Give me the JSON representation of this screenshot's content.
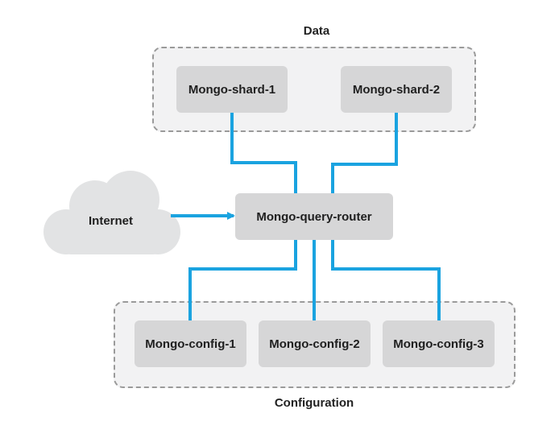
{
  "groups": {
    "data": {
      "title": "Data"
    },
    "configuration": {
      "title": "Configuration"
    }
  },
  "nodes": {
    "shard1": "Mongo-shard-1",
    "shard2": "Mongo-shard-2",
    "router": "Mongo-query-router",
    "config1": "Mongo-config-1",
    "config2": "Mongo-config-2",
    "config3": "Mongo-config-3"
  },
  "internet": {
    "label": "Internet"
  },
  "colors": {
    "connector": "#1aa3e0",
    "node_fill": "#d6d6d7",
    "group_fill": "#f2f2f3",
    "group_border": "#9a9a9a",
    "cloud_fill": "#e2e3e4"
  }
}
